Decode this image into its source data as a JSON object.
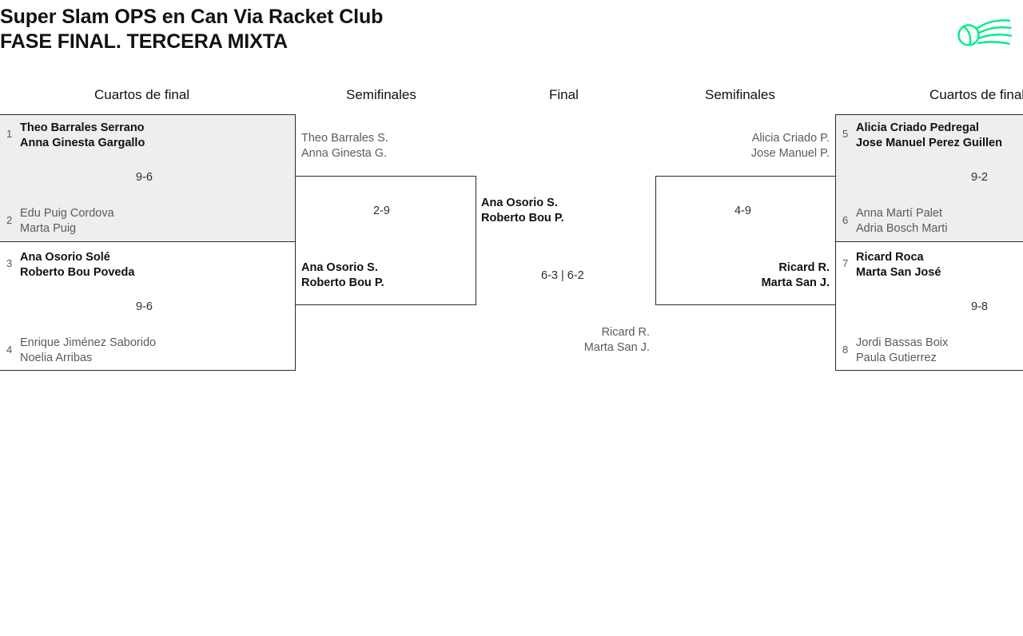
{
  "header": {
    "title_line1": "Super Slam OPS en Can Via Racket Club",
    "title_line2": "FASE FINAL. TERCERA MIXTA",
    "logo_name": "tennis-ball-swoosh-logo",
    "logo_color": "#00eb8c"
  },
  "rounds": [
    {
      "label": "Cuartos de final"
    },
    {
      "label": "Semifinales"
    },
    {
      "label": "Final"
    },
    {
      "label": "Semifinales"
    },
    {
      "label": "Cuartos de final"
    }
  ],
  "left_quarterfinals": [
    {
      "score": "9-6",
      "shaded": true,
      "top": {
        "seed": "1",
        "line1": "Theo Barrales Serrano",
        "line2": "Anna Ginesta Gargallo",
        "result": "winner"
      },
      "bottom": {
        "seed": "2",
        "line1": "Edu Puig Cordova",
        "line2": "Marta Puig",
        "result": "loser"
      }
    },
    {
      "score": "9-6",
      "shaded": false,
      "top": {
        "seed": "3",
        "line1": "Ana Osorio Solé",
        "line2": "Roberto Bou Poveda",
        "result": "winner"
      },
      "bottom": {
        "seed": "4",
        "line1": "Enrique Jiménez Saborido",
        "line2": "Noelia Arribas",
        "result": "loser"
      }
    }
  ],
  "left_semifinal": {
    "score": "2-9",
    "top": {
      "line1": "Theo Barrales S.",
      "line2": "Anna Ginesta G.",
      "result": "loser"
    },
    "bottom": {
      "line1": "Ana Osorio S.",
      "line2": "Roberto Bou P.",
      "result": "winner"
    }
  },
  "final": {
    "score": "6-3 | 6-2",
    "top": {
      "line1": "Ana Osorio S.",
      "line2": "Roberto Bou P.",
      "result": "winner"
    },
    "bottom": {
      "line1": "Ricard R.",
      "line2": "Marta San J.",
      "result": "loser"
    }
  },
  "right_semifinal": {
    "score": "4-9",
    "top": {
      "line1": "Alicia Criado P.",
      "line2": "Jose Manuel P.",
      "result": "loser"
    },
    "bottom": {
      "line1": "Ricard R.",
      "line2": "Marta San J.",
      "result": "winner"
    }
  },
  "right_quarterfinals": [
    {
      "score": "9-2",
      "shaded": true,
      "top": {
        "seed": "5",
        "line1": "Alicia Criado Pedregal",
        "line2": "Jose Manuel Perez Guillen",
        "result": "winner"
      },
      "bottom": {
        "seed": "6",
        "line1": "Anna Martí Palet",
        "line2": "Adria Bosch Marti",
        "result": "loser"
      }
    },
    {
      "score": "9-8",
      "shaded": false,
      "top": {
        "seed": "7",
        "line1": "Ricard Roca",
        "line2": "Marta San José",
        "result": "winner"
      },
      "bottom": {
        "seed": "8",
        "line1": "Jordi Bassas Boix",
        "line2": "Paula Gutierrez",
        "result": "loser"
      }
    }
  ]
}
